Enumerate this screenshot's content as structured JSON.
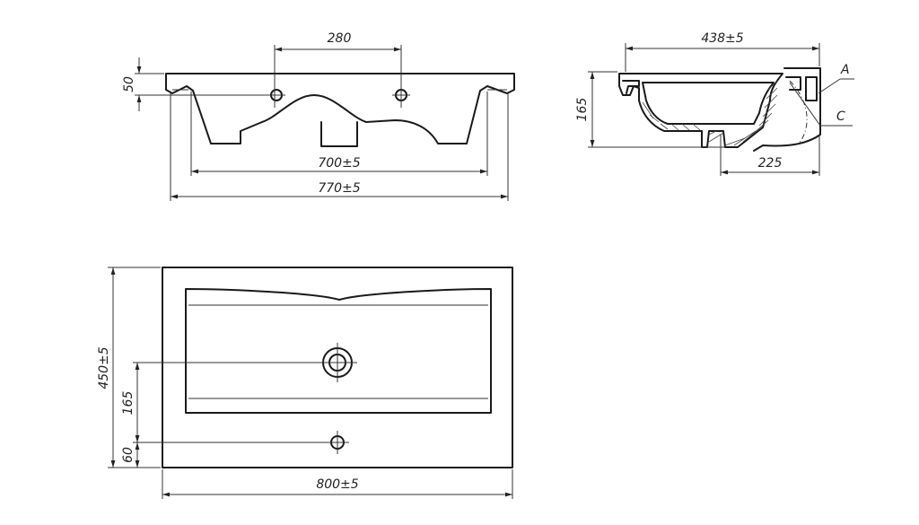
{
  "dimensions": {
    "front_holes": "280",
    "front_height": "50",
    "front_inner": "700±5",
    "front_outer": "770±5",
    "side_depth": "438±5",
    "side_height": "165",
    "side_drain": "225",
    "label_a": "A",
    "label_c": "C",
    "top_depth": "450±5",
    "top_drain": "165",
    "top_tap": "60",
    "top_width": "800±5"
  }
}
